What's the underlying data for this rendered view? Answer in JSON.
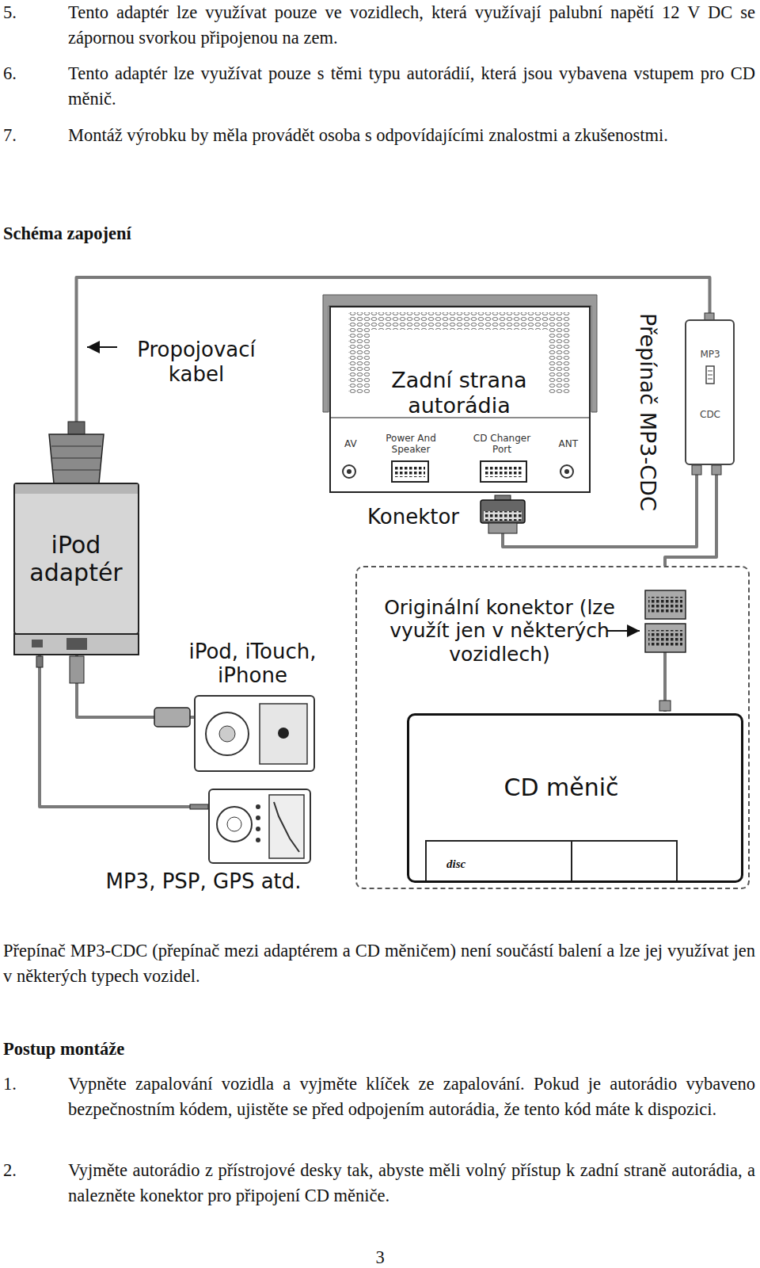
{
  "diagram": {
    "title": "Schéma zapojení",
    "nodes": [
      {
        "text": [
          "Zadní strana autorádia",
          "AV",
          "Power And Speaker",
          "CD Changer Port",
          "ANT"
        ]
      },
      {
        "text": [
          "Přepínač MP3-CDC",
          "MP3",
          "CDC"
        ]
      },
      {
        "text": [
          "iPod adaptér"
        ]
      },
      {
        "text": [
          "iPod, iTouch, iPhone"
        ]
      },
      {
        "text": [
          "MP3, PSP, GPS atd."
        ]
      },
      {
        "text": [
          "Originální konektor (lze využít jen v některých vozidlech)"
        ]
      },
      {
        "text": [
          "CD měnič",
          "disc"
        ],
        "in": 5
      },
      {
        "text": [
          "Konektor"
        ]
      }
    ],
    "edges": [
      {
        "from": 2,
        "to": 1,
        "arrow": "none",
        "label": "Propojovací kabel"
      },
      {
        "from": 1,
        "to": 7,
        "arrow": "none"
      },
      {
        "from": 1,
        "to": 5,
        "arrow": "none"
      },
      {
        "from": 2,
        "to": 3,
        "arrow": "none"
      },
      {
        "from": 2,
        "to": 4,
        "arrow": "none"
      }
    ],
    "labels": [
      "5.",
      "Tento adaptér lze využívat pouze ve vozidlech, která využívají palubní napětí 12 V DC se zápornou svorkou připojenou na zem.",
      "6.",
      "Tento adaptér lze využívat pouze s těmi typu autorádií, která jsou vybavena vstupem pro CD měnič.",
      "7.",
      "Montáž výrobku by měla provádět osoba s odpovídajícími znalostmi a zkušenostmi.",
      "Přepínač MP3-CDC (přepínač mezi adaptérem a CD měničem) není součástí balení a lze jej využívat jen v některých typech vozidel.",
      "Postup montáže",
      "1.",
      "Vypněte zapalování vozidla a vyjměte klíček ze zapalování. Pokud je autorádio vybaveno bezpečnostním kódem, ujistěte se před odpojením autorádia, že tento kód máte k dispozici.",
      "2.",
      "Vyjměte autorádio z přístrojové desky tak, abyste měli volný přístup k zadní straně autorádia, a nalezněte konektor pro připojení CD měniče.",
      "3"
    ]
  }
}
